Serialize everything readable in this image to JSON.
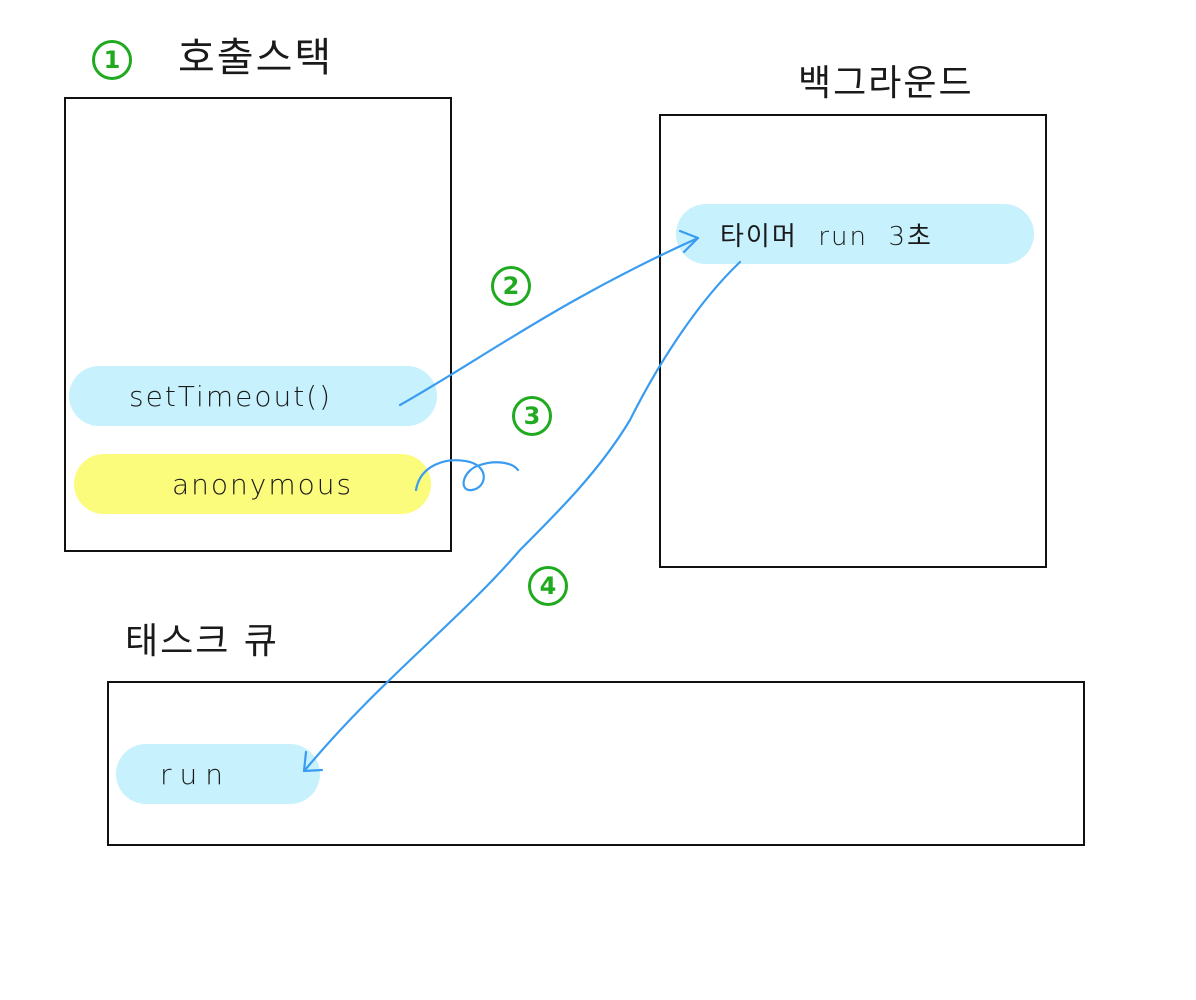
{
  "titles": {
    "call_stack": "호출스택",
    "background": "백그라운드",
    "task_queue": "태스크 큐"
  },
  "call_stack": {
    "items": [
      {
        "label": "setTimeout()",
        "color": "#c6f1fd"
      },
      {
        "label": "anonymous",
        "color": "#fbfb7c"
      }
    ]
  },
  "background": {
    "items": [
      {
        "label": "타이머  run  3초",
        "color": "#c6f1fd"
      }
    ]
  },
  "task_queue": {
    "items": [
      {
        "label": "run",
        "color": "#c6f1fd"
      }
    ]
  },
  "steps": [
    "1",
    "2",
    "3",
    "4"
  ],
  "colors": {
    "step": "#1faa1f",
    "arrow": "#3a9cf0",
    "border": "#111111"
  }
}
